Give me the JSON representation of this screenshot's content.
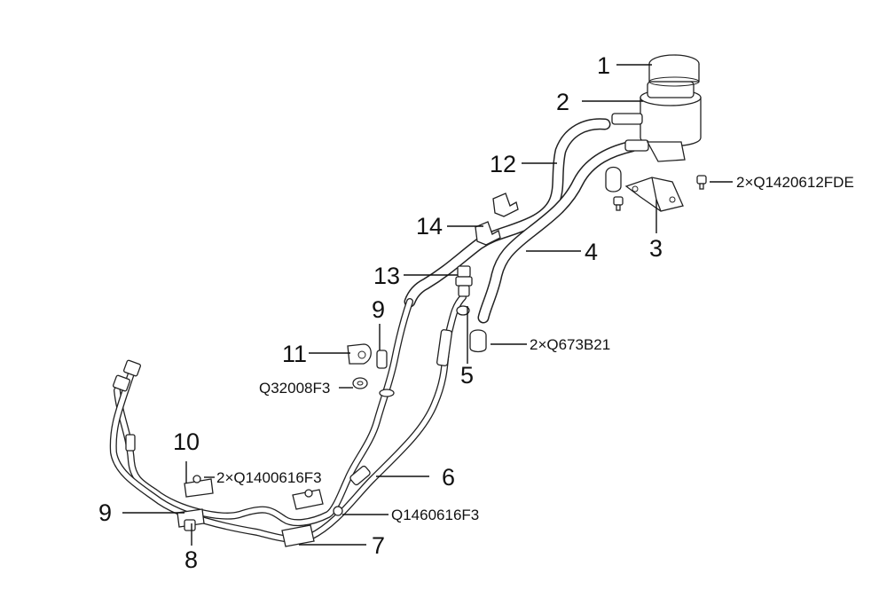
{
  "callouts": [
    {
      "id": "c1",
      "text": "1"
    },
    {
      "id": "c2",
      "text": "2"
    },
    {
      "id": "c3",
      "text": "3"
    },
    {
      "id": "c4",
      "text": "4"
    },
    {
      "id": "c5",
      "text": "5"
    },
    {
      "id": "c6",
      "text": "6"
    },
    {
      "id": "c7",
      "text": "7"
    },
    {
      "id": "c8",
      "text": "8"
    },
    {
      "id": "c9a",
      "text": "9"
    },
    {
      "id": "c9b",
      "text": "9"
    },
    {
      "id": "c10",
      "text": "10"
    },
    {
      "id": "c11",
      "text": "11"
    },
    {
      "id": "c12",
      "text": "12"
    },
    {
      "id": "c13",
      "text": "13"
    },
    {
      "id": "c14",
      "text": "14"
    }
  ],
  "part_codes": [
    {
      "id": "p1",
      "text": "2×Q1420612FDE"
    },
    {
      "id": "p2",
      "text": "2×Q673B21"
    },
    {
      "id": "p3",
      "text": "Q32008F3"
    },
    {
      "id": "p4",
      "text": "2×Q1400616F3"
    },
    {
      "id": "p5",
      "text": "Q1460616F3"
    }
  ],
  "colors": {
    "line": "#222222",
    "background": "#ffffff"
  }
}
